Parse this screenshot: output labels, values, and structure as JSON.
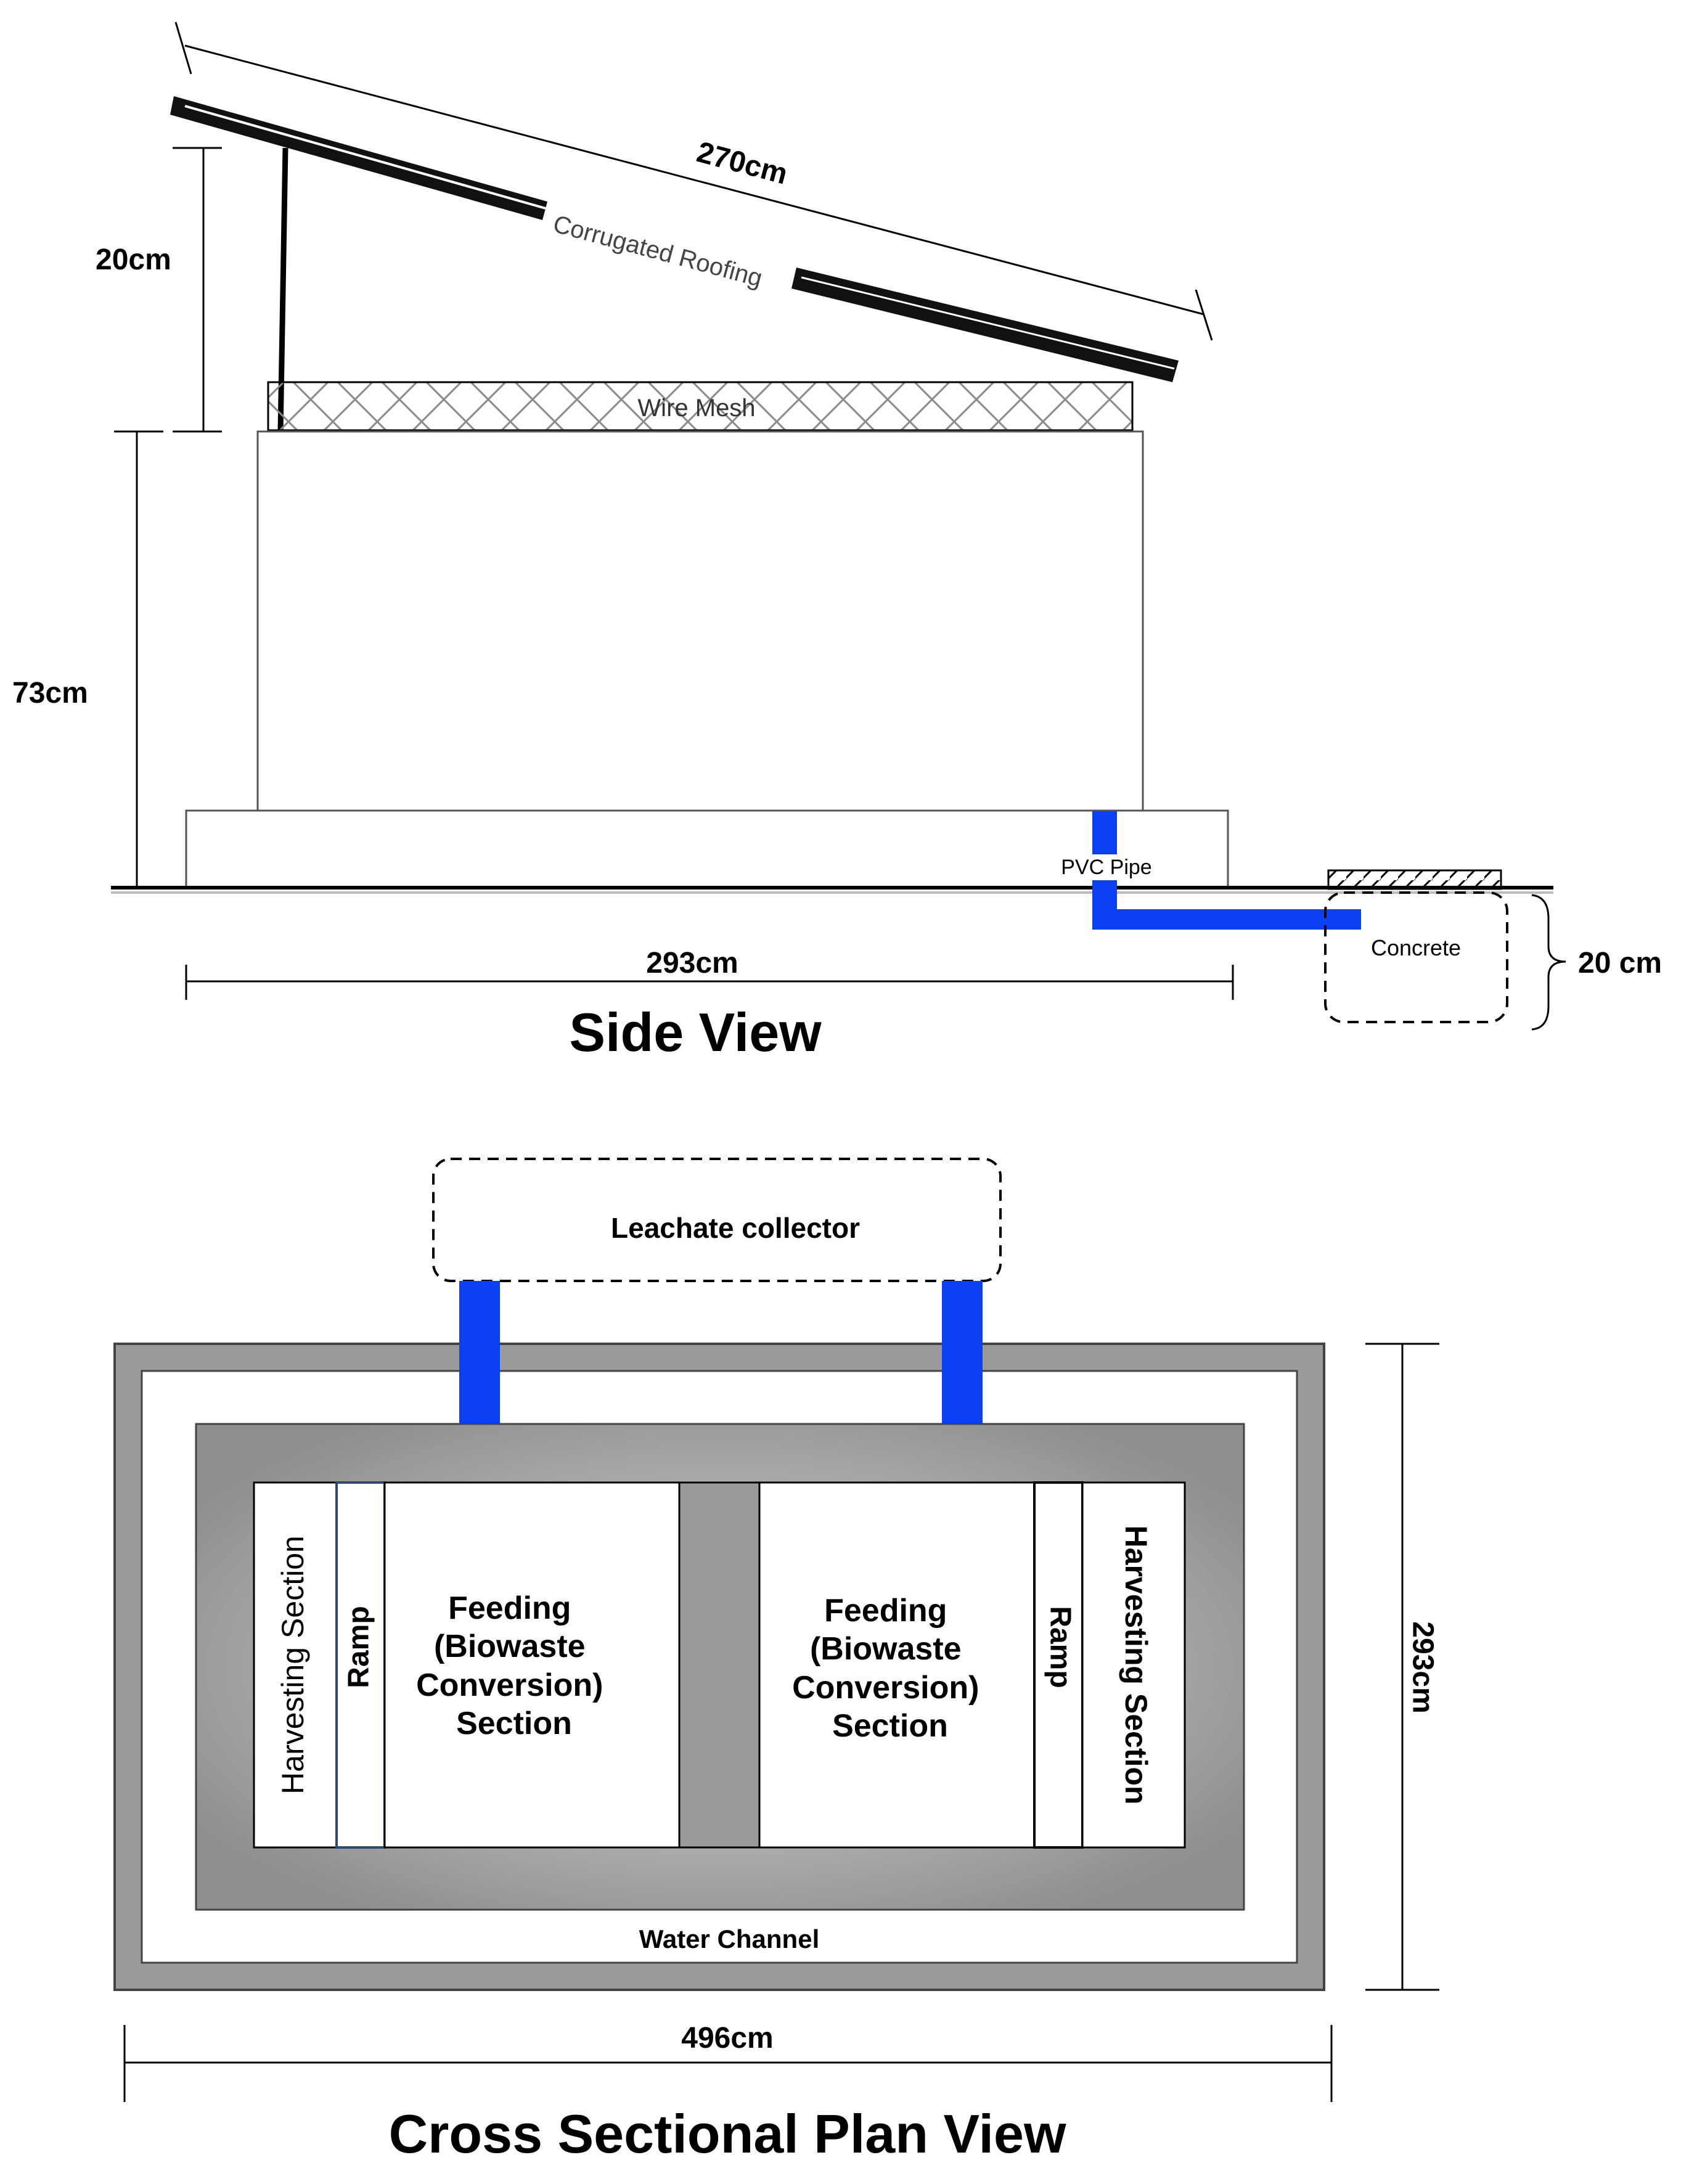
{
  "side_view": {
    "title": "Side View",
    "labels": {
      "roof_length": "270cm",
      "roof_material": "Corrugated Roofing",
      "roof_rise": "20cm",
      "mesh": "Wire Mesh",
      "box_height": "73cm",
      "pipe": "PVC Pipe",
      "base_length": "293cm",
      "concrete": "Concrete",
      "pit_depth": "20 cm"
    }
  },
  "plan_view": {
    "title": "Cross Sectional Plan View",
    "labels": {
      "collector": "Leachate collector",
      "left_harvest": "Harvesting Section",
      "left_ramp": "Ramp",
      "left_feeding": [
        "Feeding",
        "(Biowaste",
        "Conversion)",
        "Section"
      ],
      "right_feeding": [
        "Feeding",
        "(Biowaste",
        "Conversion)",
        "Section"
      ],
      "right_ramp": "Ramp",
      "right_harvest": "Harvesting Section",
      "water_channel": "Water Channel",
      "depth": "293cm",
      "width": "496cm"
    }
  },
  "colors": {
    "pipe": "#0a3ff2",
    "wall_gray": "#9a9a9a",
    "line": "#000000"
  }
}
